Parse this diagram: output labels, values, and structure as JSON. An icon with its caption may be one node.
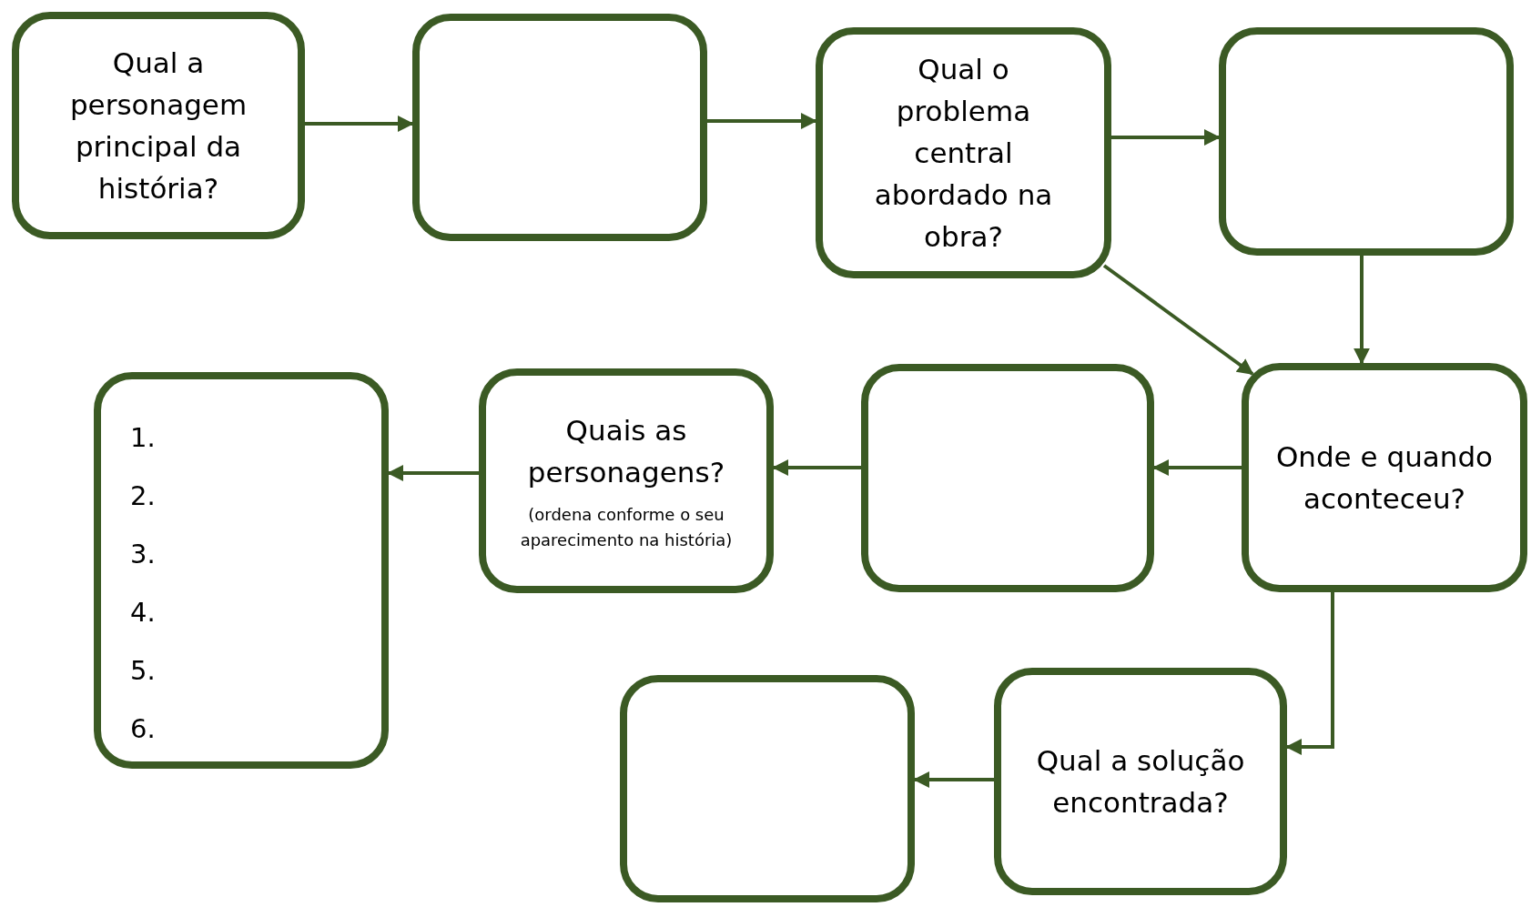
{
  "diagram": {
    "nodes": [
      {
        "text": [
          "Qual a personagem principal da história?"
        ]
      },
      {
        "text": [],
        "shape": "box"
      },
      {
        "text": [
          "Qual o problema central abordado na obra?"
        ]
      },
      {
        "text": [],
        "shape": "box"
      },
      {
        "text": [
          "Onde e quando aconteceu?"
        ]
      },
      {
        "text": [],
        "shape": "box"
      },
      {
        "text": [
          "Quais as personagens?",
          "(ordena conforme o seu aparecimento na história)"
        ]
      },
      {
        "text": [
          "1.",
          "2.",
          "3.",
          "4.",
          "5.",
          "6."
        ]
      },
      {
        "text": [
          "Qual a solução encontrada?"
        ]
      },
      {
        "text": [],
        "shape": "box"
      }
    ],
    "edges": [
      {
        "from": 0,
        "to": 1,
        "arrow": "to"
      },
      {
        "from": 1,
        "to": 2,
        "arrow": "to"
      },
      {
        "from": 2,
        "to": 3,
        "arrow": "to"
      },
      {
        "from": 2,
        "to": 4,
        "arrow": "to"
      },
      {
        "from": 3,
        "to": 4,
        "arrow": "to"
      },
      {
        "from": 4,
        "to": 5,
        "arrow": "to"
      },
      {
        "from": 5,
        "to": 6,
        "arrow": "to"
      },
      {
        "from": 6,
        "to": 7,
        "arrow": "to"
      },
      {
        "from": 4,
        "to": 8,
        "arrow": "to"
      },
      {
        "from": 8,
        "to": 9,
        "arrow": "to"
      }
    ]
  }
}
